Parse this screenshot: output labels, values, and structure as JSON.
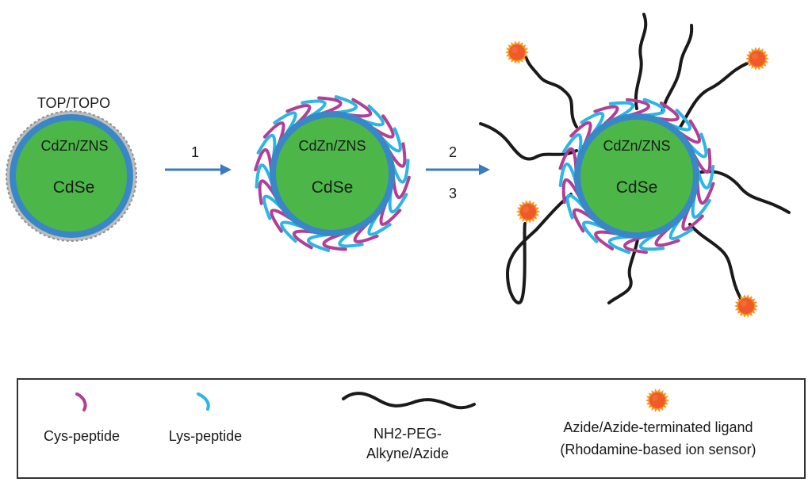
{
  "diagram": {
    "qd1": {
      "shell_label": "CdZn/ZNS",
      "core_label": "CdSe",
      "coating_label": "TOP/TOPO"
    },
    "qd2": {
      "shell_label": "CdZn/ZNS",
      "core_label": "CdSe"
    },
    "qd3": {
      "shell_label": "CdZn/ZNS",
      "core_label": "CdSe"
    },
    "arrow1": {
      "label": "1"
    },
    "arrow2": {
      "label_top": "2",
      "label_bottom": "3"
    }
  },
  "legend": {
    "cys": "Cys-peptide",
    "lys": "Lys-peptide",
    "peg_line1": "NH2-PEG-",
    "peg_line2": "Alkyne/Azide",
    "ligand_line1": "Azide/Azide-terminated ligand",
    "ligand_line2": "(Rhodamine-based ion sensor)"
  },
  "colors": {
    "core": "#4cb748",
    "shell": "#3a87c7",
    "coating": "#b4b4b4",
    "cys": "#b23f95",
    "lys": "#2bb6e3",
    "peg": "#1a1a1a",
    "arrow": "#3a7bbf",
    "ligand": "#f05a28"
  }
}
